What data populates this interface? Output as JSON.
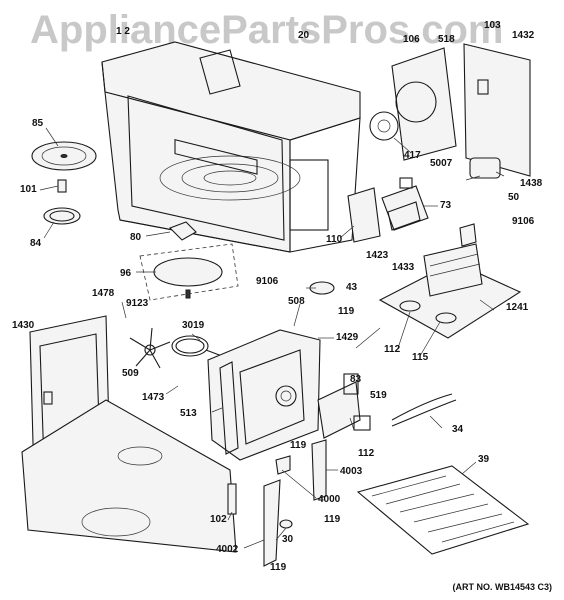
{
  "watermark": "AppliancePartsPros.com",
  "art_number": "(ART NO. WB14543 C3)",
  "part_labels": {
    "p85": "85",
    "p101": "101",
    "p84": "84",
    "p80": "80",
    "p96": "96",
    "p1478": "1478",
    "p9123": "9123",
    "p1430": "1430",
    "p509": "509",
    "p3019": "3019",
    "p1473": "1473",
    "p513": "513",
    "p1429": "1429",
    "p508": "508",
    "p119a": "119",
    "p43": "43",
    "p9106a": "9106",
    "p110": "110",
    "p1423": "1423",
    "p73": "73",
    "p9106b": "9106",
    "p1433": "1433",
    "p112a": "112",
    "p115": "115",
    "p1241": "1241",
    "p417": "417",
    "p5007": "5007",
    "p50": "50",
    "p1438": "1438",
    "p103": "103",
    "p1432": "1432",
    "p106": "106",
    "p518": "518",
    "p83": "83",
    "p519": "519",
    "p34": "34",
    "p112b": "112",
    "p4003": "4003",
    "p119b": "119",
    "p4000": "4000",
    "p102": "102",
    "p119c": "119",
    "p30": "30",
    "p4002": "4002",
    "p119d": "119",
    "p39": "39",
    "p12": "1 2",
    "p20": "20"
  }
}
